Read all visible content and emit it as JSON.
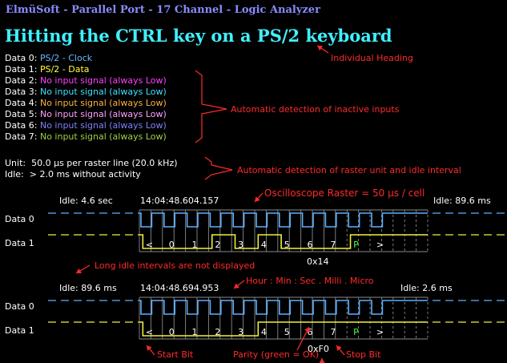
{
  "app_title": "ElmüSoft - Parallel Port - 17 Channel - Logic Analyzer",
  "heading": "Hitting the CTRL key on a PS/2 keyboard",
  "channels": [
    {
      "label": "Data 0:",
      "value": "PS/2 - Clock",
      "color": "#6fb6ff"
    },
    {
      "label": "Data 1:",
      "value": "PS/2 - Data",
      "color": "#ffff40"
    },
    {
      "label": "Data 2:",
      "value": "No input signal (always Low)",
      "color": "#ff40ff"
    },
    {
      "label": "Data 3:",
      "value": "No input signal (always Low)",
      "color": "#40e0ff"
    },
    {
      "label": "Data 4:",
      "value": "No input signal (always Low)",
      "color": "#ffb040"
    },
    {
      "label": "Data 5:",
      "value": "No input signal (always Low)",
      "color": "#ffa0ff"
    },
    {
      "label": "Data 6:",
      "value": "No input signal (always Low)",
      "color": "#8080ff"
    },
    {
      "label": "Data 7:",
      "value": "No input signal (always Low)",
      "color": "#a0d040"
    }
  ],
  "unit_line": "Unit:  50.0 µs per raster line (20.0 kHz)",
  "idle_line": "Idle:  > 2.0 ms without activity",
  "annotations": {
    "heading": "Individual Heading",
    "inactive": "Automatic detection of inactive inputs",
    "raster": "Automatic detection of raster unit and idle interval",
    "oscilloscope": "Oscilloscope Raster = 50 µs / cell",
    "long_idle": "Long idle intervals are not displayed",
    "time_format": "Hour : Min : Sec . Milli . Micro",
    "start_bit": "Start Bit",
    "parity": "Parity (green = OK)",
    "stop_bit": "Stop Bit"
  },
  "block1": {
    "idle_left": "Idle: 4.6 sec",
    "timestamp": "14:04:48.604.157",
    "idle_right": "Idle: 89.6 ms",
    "row0_label": "Data 0",
    "row1_label": "Data 1",
    "bits": [
      "<",
      "0",
      "1",
      "2",
      "3",
      "4",
      "5",
      "6",
      "7",
      "P",
      ">"
    ],
    "bit_values": [
      0,
      0,
      0,
      1,
      0,
      1,
      0,
      0,
      0,
      1,
      1
    ],
    "hex": "0x14"
  },
  "block2": {
    "idle_left": "Idle: 89.6 ms",
    "timestamp": "14:04:48.694.953",
    "idle_right": "Idle: 2.6 ms",
    "row0_label": "Data 0",
    "row1_label": "Data 1",
    "bits": [
      "<",
      "0",
      "1",
      "2",
      "3",
      "4",
      "5",
      "6",
      "7",
      "P",
      ">"
    ],
    "bit_values": [
      0,
      0,
      0,
      0,
      0,
      1,
      1,
      1,
      1,
      1,
      1
    ],
    "hex": "0xF0"
  },
  "colors": {
    "title": "#8a8aff",
    "heading": "#40f0ff",
    "annotation": "#ff2a2a",
    "clock": "#5ab0ff",
    "data": "#f0f040",
    "parity_ok": "#40ff40",
    "grid": "#808080"
  }
}
